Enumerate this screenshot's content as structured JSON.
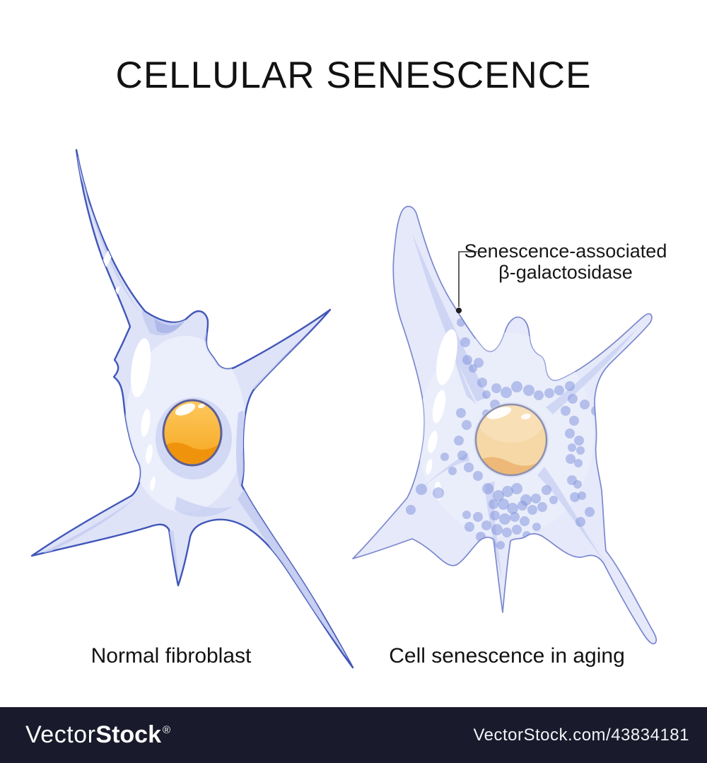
{
  "title": "CELLULAR SENESCENCE",
  "annotation": {
    "line1": "Senescence-associated",
    "line2": "β-galactosidase"
  },
  "labels": {
    "left_cell": "Normal fibroblast",
    "right_cell": "Cell senescence in aging"
  },
  "watermark": {
    "brand_prefix": "Vector",
    "brand_suffix": "Stock",
    "registered_mark": "®",
    "credit": "VectorStock.com/43834181"
  },
  "colors": {
    "background": "#ffffff",
    "title_text": "#121212",
    "label_text": "#121212",
    "cell_fill": "#dee3f8",
    "cell_fill_right": "#e5e9fa",
    "cell_outline_left": "#4156b8",
    "cell_outline_right": "#7b87ce",
    "shade_medium": "#c5cdf1",
    "shade_dark": "#a9b4e8",
    "highlight": "#ffffff",
    "nucleus_top": "#fdc95e",
    "nucleus_bottom": "#f6a51d",
    "nucleus_shade": "#f0930c",
    "nucleus_outline": "#5d5f95",
    "senescent_nucleus": "#f6d8a6",
    "senescent_nucleus_shade": "#edb878",
    "senescent_nucleus_outline": "#8f90ad",
    "granule": "#7e90dc",
    "pointer": "#3a3a3a",
    "watermark_bar": "#191a2b",
    "watermark_text": "#ffffff"
  }
}
